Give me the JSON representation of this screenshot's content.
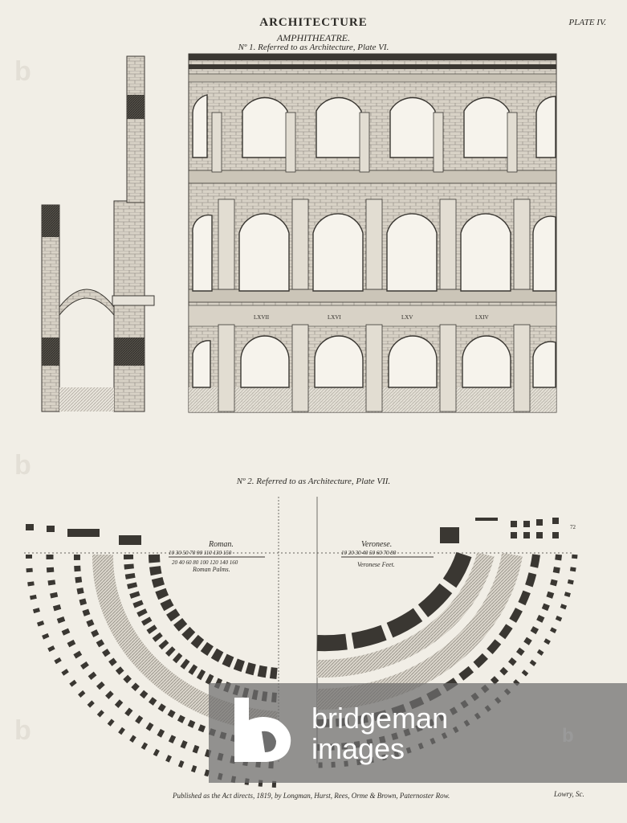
{
  "header": {
    "title": "ARCHITECTURE",
    "plate": "PLATE IV.",
    "subtitle": "AMPHITHEATRE.",
    "ref_1": "Nº 1. Referred to as Architecture, Plate VI."
  },
  "elevation": {
    "arch_numbers": [
      "LXVII",
      "LXVI",
      "LXV",
      "LXIV"
    ]
  },
  "plan": {
    "ref_2": "Nº 2. Referred to as Architecture, Plate VII.",
    "left_label": "Roman.",
    "right_label": "Veronese.",
    "roman_scale_top": "10 30 50 70 90 110 130 150",
    "roman_scale_bottom": "20 40 60 80 100 120 140 160",
    "roman_unit": "Roman Palms.",
    "veronese_scale": "10 20 30 40 50 60 70 80",
    "veronese_unit": "Veronese Feet.",
    "seat_number": "72"
  },
  "footer": {
    "published": "Published as the Act directs, 1819, by Longman, Hurst, Rees, Orme & Brown, Paternoster Row.",
    "engraver": "Lowry, Sc."
  },
  "watermark": {
    "brand_line1": "bridgeman",
    "brand_line2": "images",
    "mark": "b"
  },
  "colors": {
    "paper": "#f1eee6",
    "ink": "#2c2a26",
    "stone_light": "#d8d2c6",
    "stone_dark": "#3a3732",
    "watermark_band": "#6e6e6e"
  }
}
